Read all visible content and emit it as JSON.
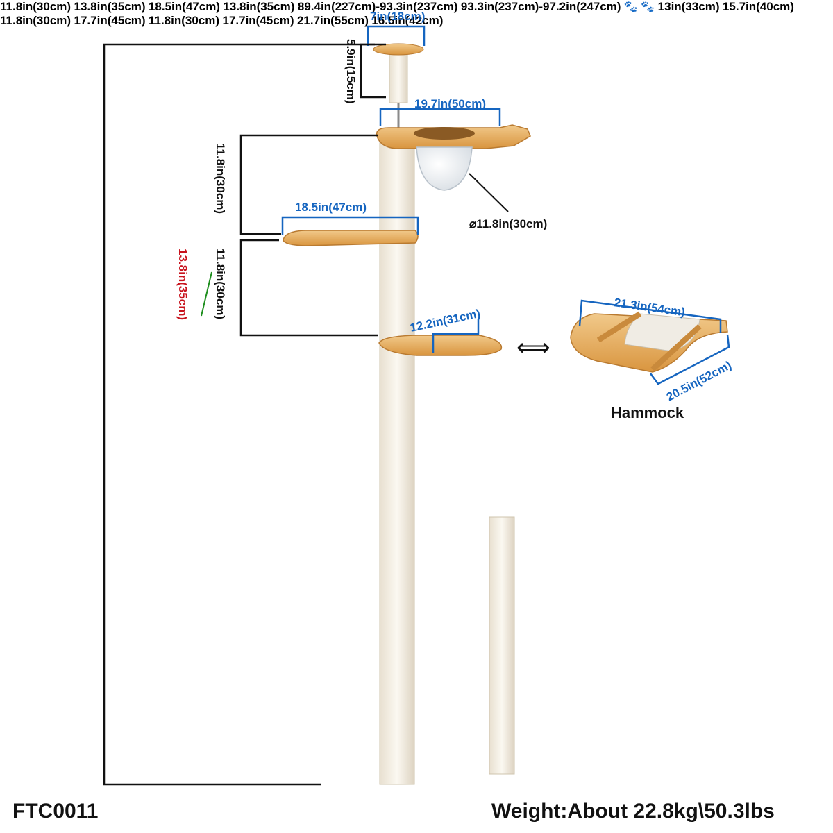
{
  "product": {
    "model": "FTC0011",
    "weight": "Weight:About 22.8kg\\50.3lbs",
    "hammock_label": "Hammock"
  },
  "dimensions": {
    "top_perch_width": "7in(18cm)",
    "top_post_height": "5.9in(15cm)",
    "bowl_platform_width": "19.7in(50cm)",
    "bowl_diameter": "⌀11.8in(30cm)",
    "gap_1": "11.8in(30cm)",
    "platform_1_width": "18.5in(47cm)",
    "gap_2": "11.8in(30cm)",
    "gap_2_alt": "13.8in(35cm)",
    "platform_2_width": "12.2in(31cm)",
    "gap_3": "11.8in(30cm)",
    "gap_3_alt": "13.8in(35cm)",
    "platform_3_width": "18.5in(47cm)",
    "gap_4": "13.8in(35cm)",
    "total_height": "89.4in(227cm)-93.3in(237cm)",
    "total_height_alt": "93.3in(237cm)-97.2in(247cm)",
    "hammock_width": "21.3in(54cm)",
    "hammock_depth": "20.5in(52cm)",
    "condo_height": "13in(33cm)",
    "condo_width": "15.7in(40cm)",
    "top_box_width": "11.8in(30cm)",
    "side_height_upper": "17.7in(45cm)",
    "side_platform_width": "11.8in(30cm)",
    "side_height_lower": "17.7in(45cm)",
    "base_width": "21.7in(55cm)",
    "base_depth": "16.5in(42cm)"
  },
  "colors": {
    "wood": "#e8b46a",
    "wood_dark": "#c98a3c",
    "post": "#f4eee2",
    "dim_blue": "#1565c0",
    "dim_red": "#c8141e",
    "dim_green": "#1f8f1f",
    "dim_black": "#111111"
  }
}
